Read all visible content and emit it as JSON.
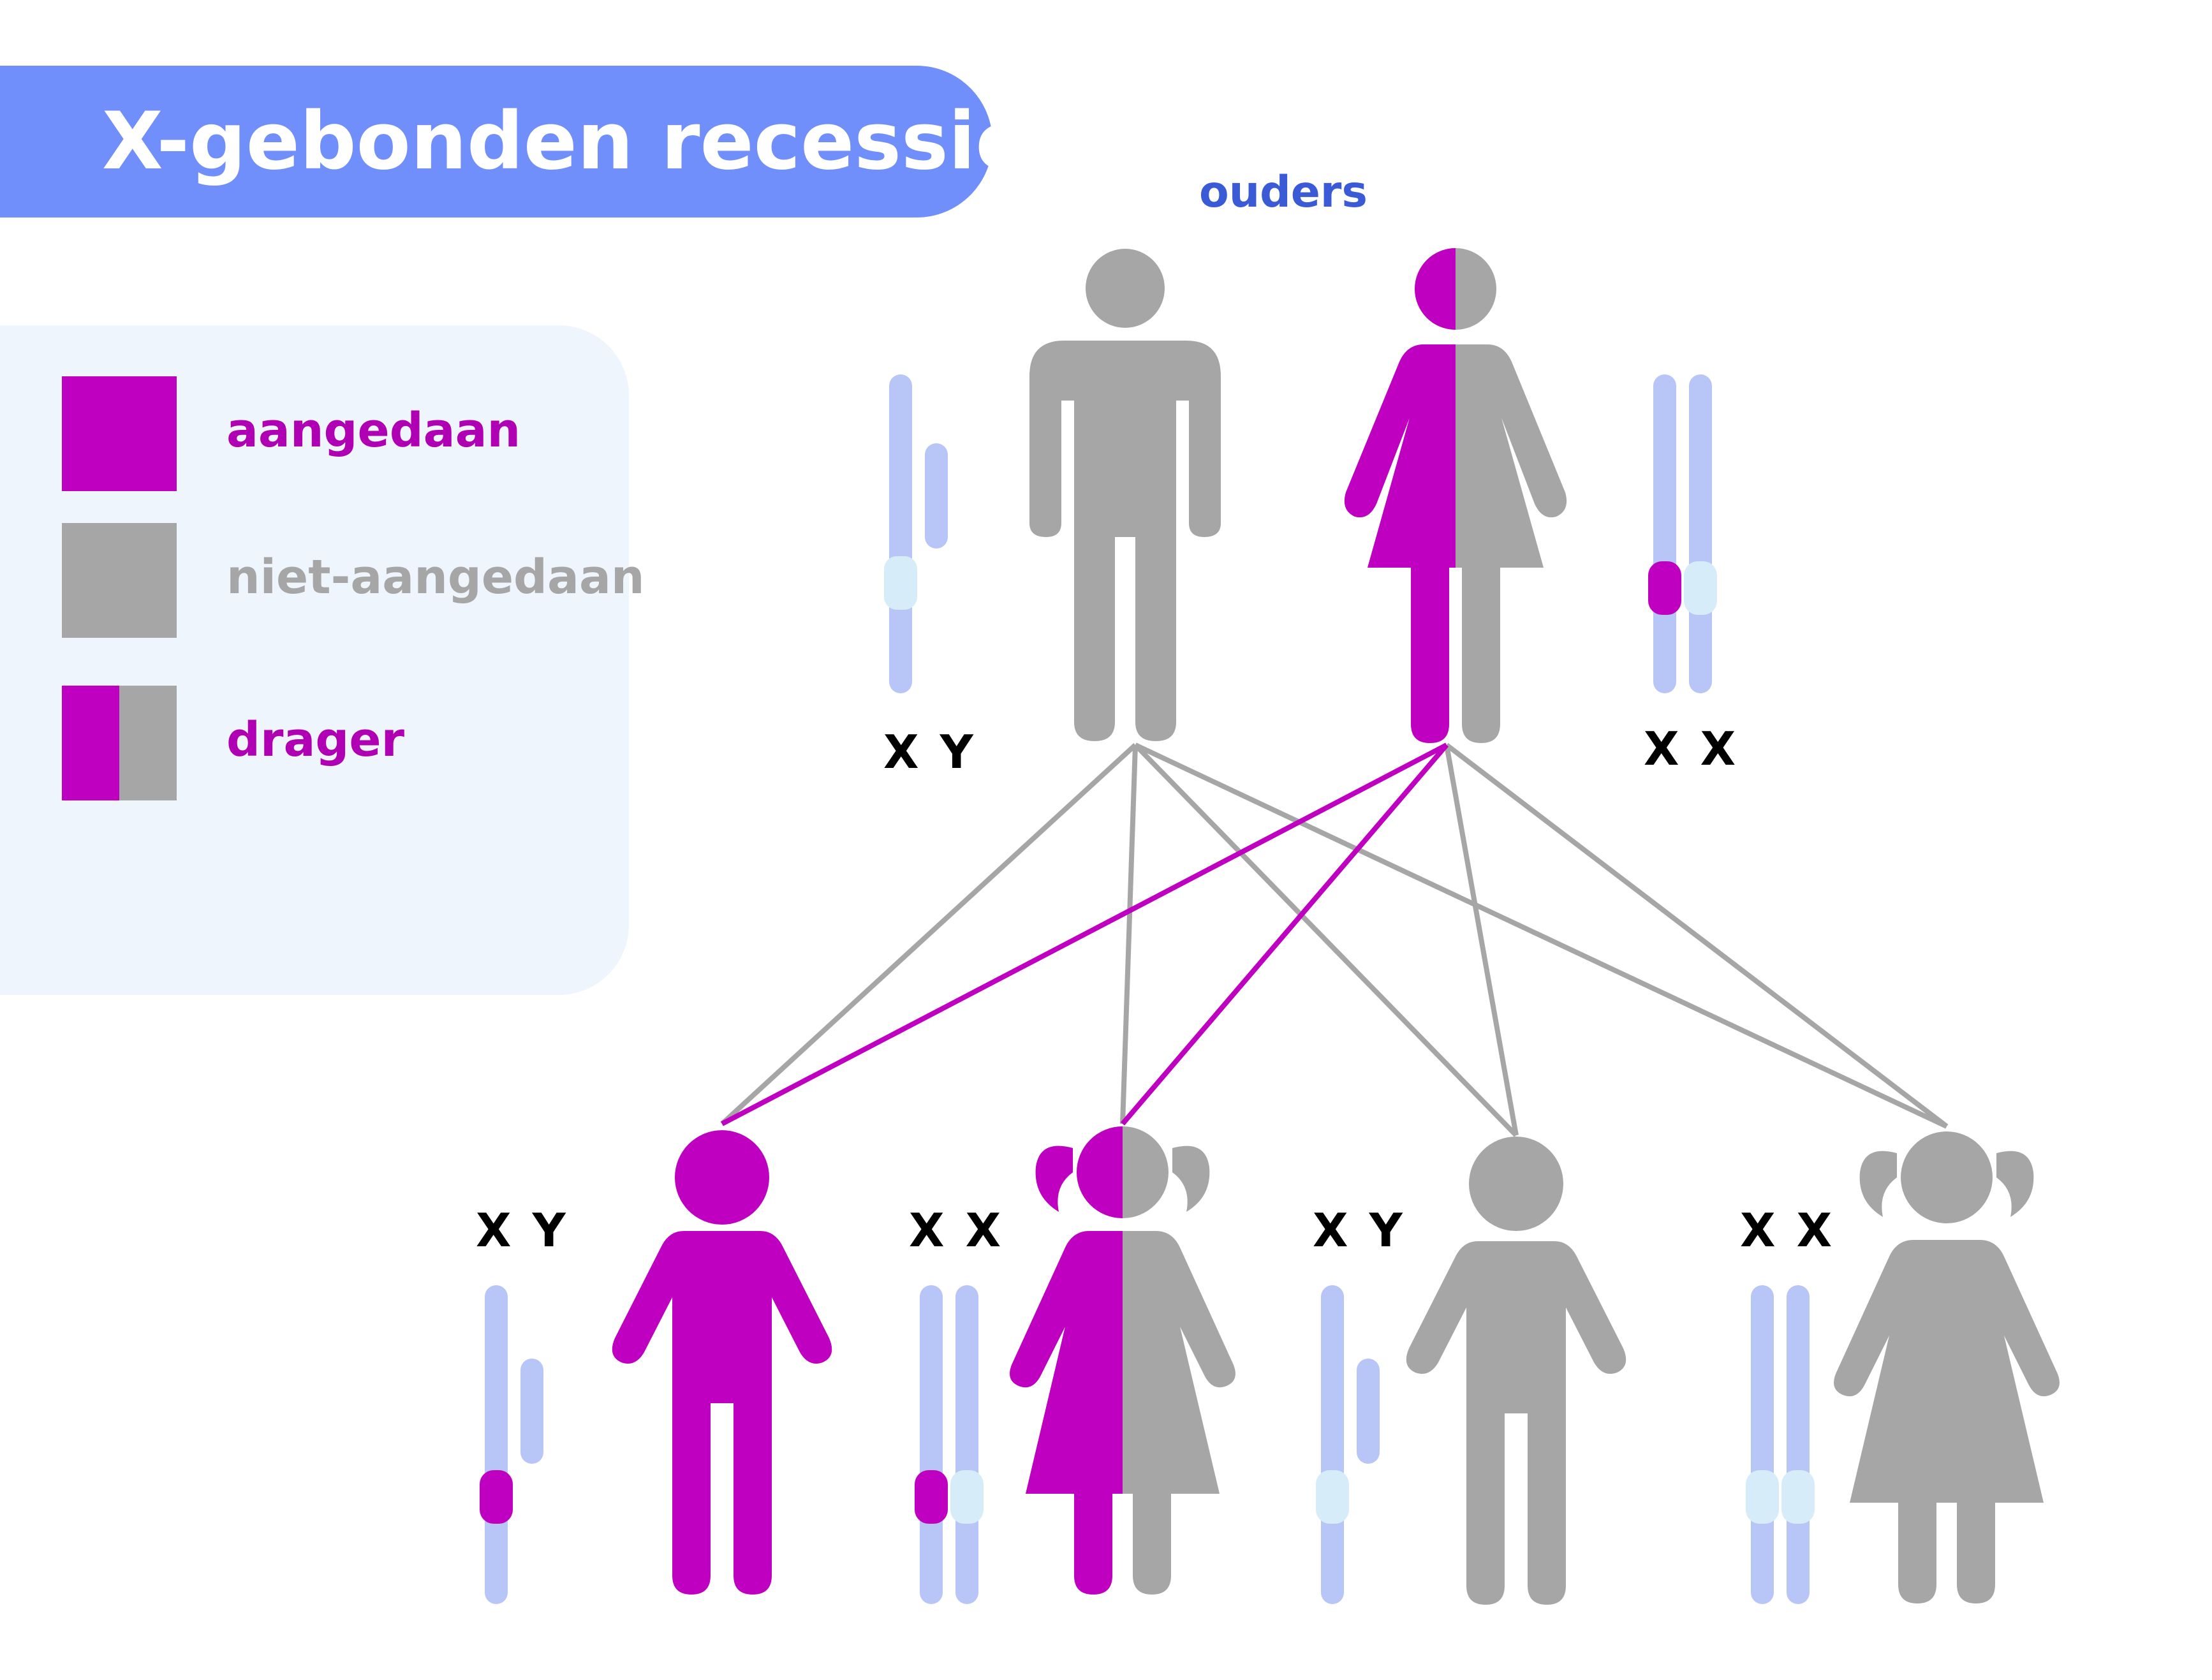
{
  "title": "X-gebonden recessief",
  "legend": {
    "affected": "aangedaan",
    "unaffected": "niet-aangedaan",
    "carrier": "drager"
  },
  "parents_label": "ouders",
  "genotypes": {
    "father": "X Y",
    "mother": "X X",
    "son_affected": "X Y",
    "daughter_carrier": "X X",
    "son_unaffected": "X Y",
    "daughter_unaffected": "X X"
  },
  "colors": {
    "banner": "#718ffb",
    "affected": "#c000c0",
    "unaffected": "#a6a6a6",
    "chromosome": "#b8c5f7",
    "normal_band": "#d7ecf9",
    "legend_bg": "#eef5fc",
    "parents_label": "#3b5bd6"
  },
  "figures": [
    {
      "id": "father",
      "kind": "man",
      "status": "unaffected"
    },
    {
      "id": "mother",
      "kind": "woman",
      "status": "carrier"
    },
    {
      "id": "son-affected",
      "kind": "boy",
      "status": "affected"
    },
    {
      "id": "daughter-carrier",
      "kind": "girl",
      "status": "carrier"
    },
    {
      "id": "son-unaffected",
      "kind": "boy",
      "status": "unaffected"
    },
    {
      "id": "daughter-unaffected",
      "kind": "girl",
      "status": "unaffected"
    }
  ]
}
